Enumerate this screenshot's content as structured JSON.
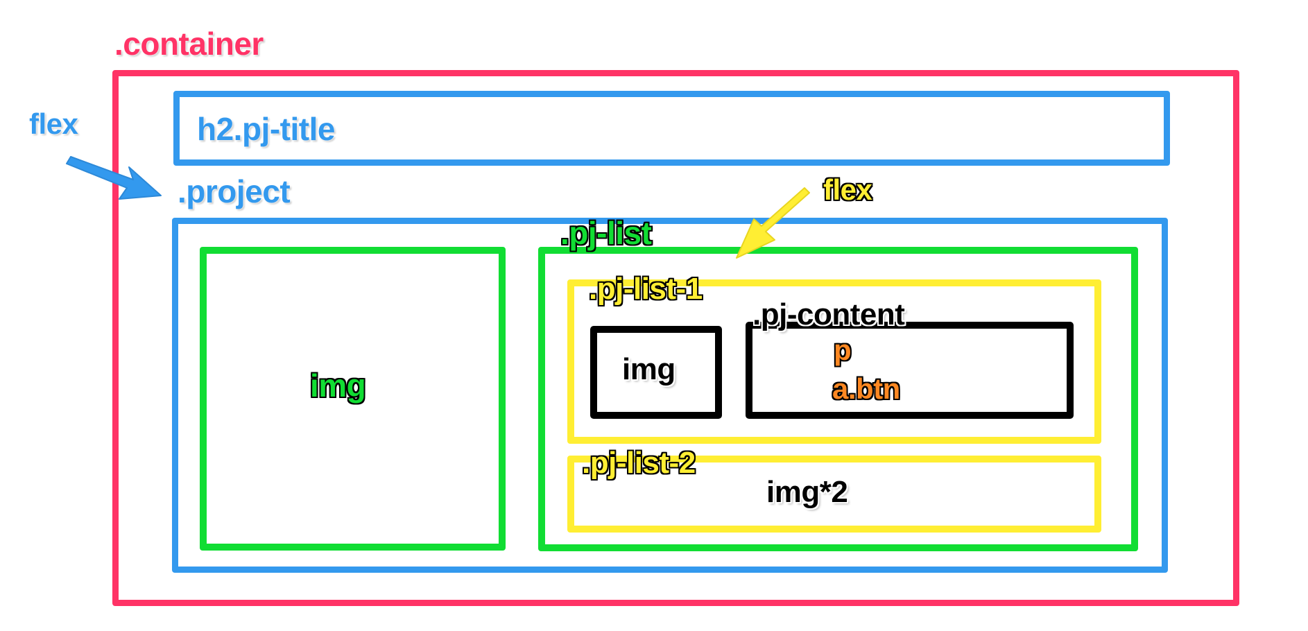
{
  "colors": {
    "container": "#ff3366",
    "blue": "#3399ee",
    "green": "#11dd33",
    "yellow": "#ffee33",
    "black": "#000000",
    "orange": "#ff8822"
  },
  "labels": {
    "container": ".container",
    "flex_left": "flex",
    "title": "h2.pj-title",
    "project": ".project",
    "pj_list": ".pj-list",
    "flex_right": "flex",
    "img_large": "img",
    "pj_list_1": ".pj-list-1",
    "img_small": "img",
    "pj_content": ".pj-content",
    "p": "p",
    "btn": "a.btn",
    "pj_list_2": ".pj-list-2",
    "img_2": "img*2"
  }
}
